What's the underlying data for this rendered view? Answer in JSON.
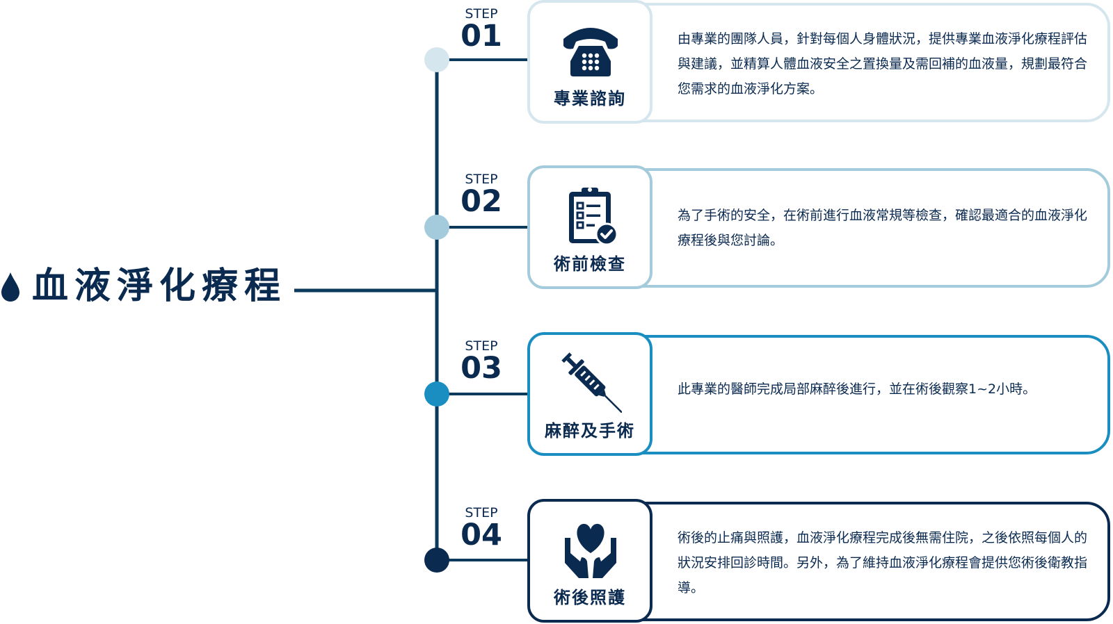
{
  "title": "血液淨化療程",
  "steps": [
    {
      "step_word": "STEP",
      "number": "01",
      "icon": "telephone-icon",
      "label": "專業諮詢",
      "text": "由專業的團隊人員，針對每個人身體狀況，提供專業血液淨化療程評估與建議，並精算人體血液安全之置換量及需回補的血液量，規劃最符合您需求的血液淨化方案。",
      "color": "#d6e6ee"
    },
    {
      "step_word": "STEP",
      "number": "02",
      "icon": "clipboard-check-icon",
      "label": "術前檢查",
      "text": "為了手術的安全，在術前進行血液常規等檢查，確認最適合的血液淨化療程後與您討論。",
      "color": "#a3cbdb"
    },
    {
      "step_word": "STEP",
      "number": "03",
      "icon": "syringe-icon",
      "label": "麻醉及手術",
      "text": "此專業的醫師完成局部麻醉後進行，並在術後觀察1~2小時。",
      "color": "#1b8ec1"
    },
    {
      "step_word": "STEP",
      "number": "04",
      "icon": "hands-heart-icon",
      "label": "術後照護",
      "text": "術後的止痛與照護，血液淨化療程完成後無需住院，之後依照每個人的狀況安排回診時間。另外，為了維持血液淨化療程會提供您術後衛教指導。",
      "color": "#0b2a50"
    }
  ],
  "colors": {
    "navy": "#0b2a50",
    "line": "#0b3a5c"
  }
}
